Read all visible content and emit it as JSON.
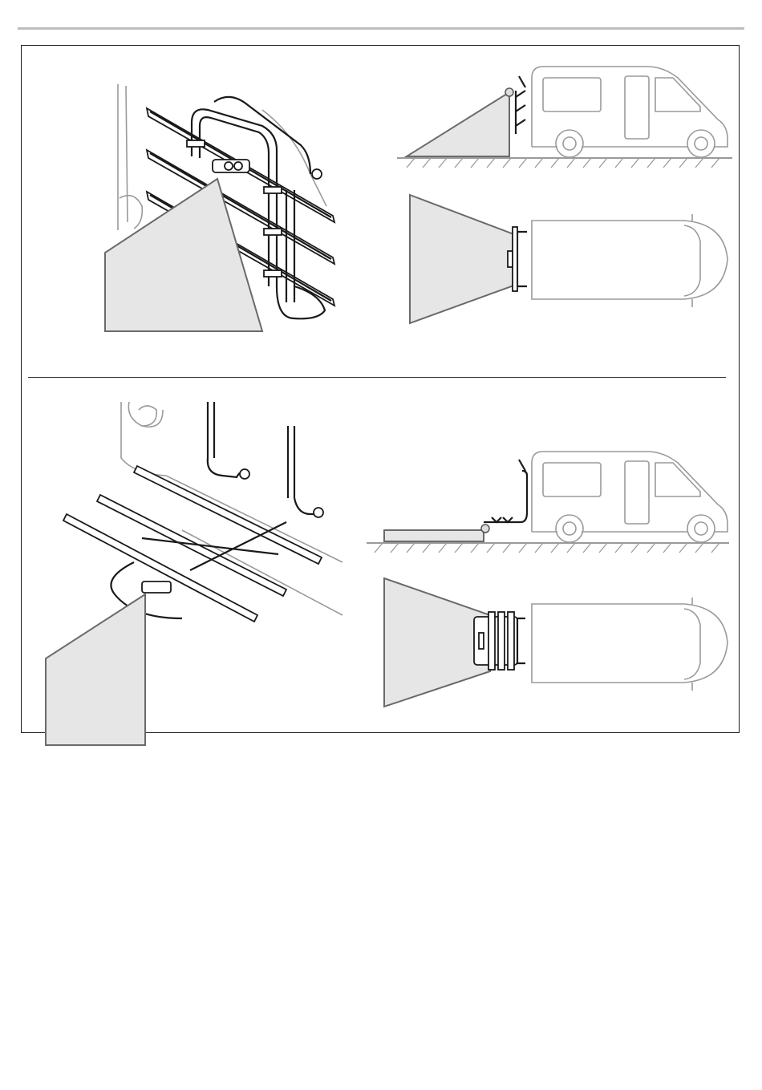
{
  "page": {
    "colors": {
      "frame": "#1a1a1a",
      "rule": "#bdbdbd",
      "shadow_fill": "#e6e6e6",
      "shadow_stroke": "#6a6a6a",
      "vehicle_outline": "#9a9a9a",
      "carrier_line": "#1a1a1a"
    }
  },
  "panels": [
    {
      "name": "rear-door-mounted-carrier",
      "illustrations": [
        "carrier-closeup",
        "van-side-view",
        "van-top-view"
      ],
      "icons": [
        "bike-carrier-rails-icon",
        "light-cone-icon",
        "van-icon"
      ]
    },
    {
      "name": "tow-bar-mounted-carrier",
      "illustrations": [
        "carrier-closeup",
        "van-side-view",
        "van-top-view"
      ],
      "icons": [
        "bike-carrier-rails-icon",
        "light-cone-icon",
        "van-icon"
      ]
    }
  ]
}
